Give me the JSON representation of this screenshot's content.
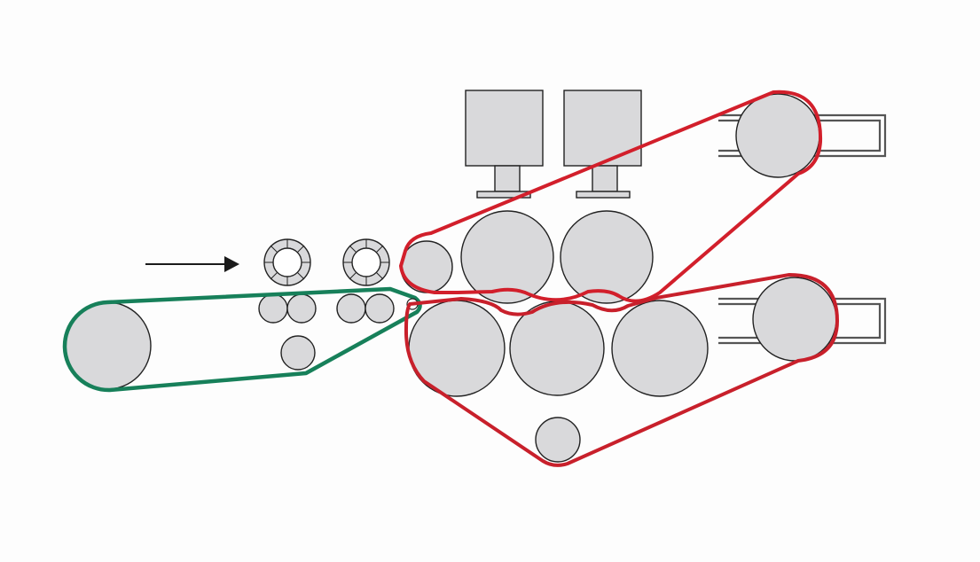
{
  "colors": {
    "background": "#fdfdfd",
    "roller_fill": "#d9d9db",
    "outline": "#222222",
    "lower_belt": "#c8202b",
    "upper_belt": "#d21f2b",
    "feed_belt": "#17805a",
    "arrow": "#1a1a1a"
  },
  "components": {
    "feed_arrow": "flow-direction-arrow",
    "feed_conveyor": "green-feed-belt",
    "upper_press_belt": "red-upper-belt",
    "lower_press_belt": "red-lower-belt",
    "drive_units": 2,
    "guide_rings": 2,
    "tensioner_frames": 2
  }
}
